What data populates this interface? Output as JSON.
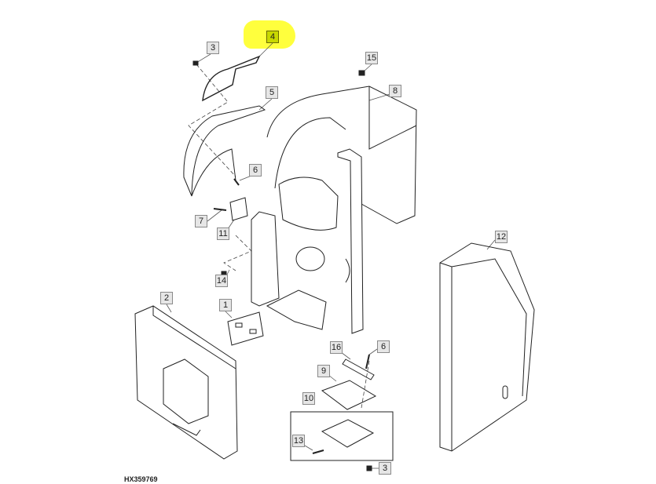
{
  "figure_id": "HX359769",
  "highlight_color": "#ffff33",
  "callouts": [
    {
      "label": "4",
      "highlighted": true
    },
    {
      "label": "3"
    },
    {
      "label": "15"
    },
    {
      "label": "5"
    },
    {
      "label": "8"
    },
    {
      "label": "6"
    },
    {
      "label": "7"
    },
    {
      "label": "11"
    },
    {
      "label": "14"
    },
    {
      "label": "12"
    },
    {
      "label": "2"
    },
    {
      "label": "1"
    },
    {
      "label": "16"
    },
    {
      "label": "6"
    },
    {
      "label": "9"
    },
    {
      "label": "10"
    },
    {
      "label": "13"
    },
    {
      "label": "3"
    }
  ]
}
